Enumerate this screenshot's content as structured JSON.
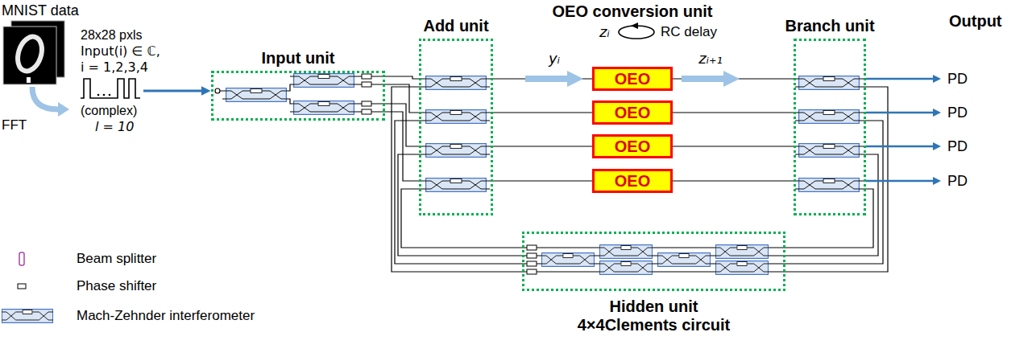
{
  "diagram": {
    "nodes": [
      {
        "text": [
          "Input unit"
        ]
      },
      {
        "text": [
          "Add unit"
        ]
      },
      {
        "text": [
          "OEO"
        ]
      },
      {
        "text": [
          "OEO"
        ]
      },
      {
        "text": [
          "OEO"
        ]
      },
      {
        "text": [
          "OEO"
        ]
      },
      {
        "text": [
          "Branch unit"
        ]
      },
      {
        "text": [
          "Hidden unit 4×4Clements circuit"
        ]
      }
    ],
    "edges": [
      {
        "from": 0,
        "to": 1,
        "arrow": "none"
      },
      {
        "from": 0,
        "to": 1,
        "arrow": "none"
      },
      {
        "from": 0,
        "to": 1,
        "arrow": "none"
      },
      {
        "from": 0,
        "to": 1,
        "arrow": "none"
      },
      {
        "from": 1,
        "to": 2,
        "arrow": "none"
      },
      {
        "from": 1,
        "to": 3,
        "arrow": "none"
      },
      {
        "from": 1,
        "to": 4,
        "arrow": "none"
      },
      {
        "from": 1,
        "to": 5,
        "arrow": "none"
      },
      {
        "from": 2,
        "to": 6,
        "arrow": "none"
      },
      {
        "from": 3,
        "to": 6,
        "arrow": "none"
      },
      {
        "from": 4,
        "to": 6,
        "arrow": "none"
      },
      {
        "from": 5,
        "to": 6,
        "arrow": "none"
      },
      {
        "from": 6,
        "to": 7,
        "arrow": "none"
      },
      {
        "from": 6,
        "to": 7,
        "arrow": "none"
      },
      {
        "from": 6,
        "to": 7,
        "arrow": "none"
      },
      {
        "from": 6,
        "to": 7,
        "arrow": "none"
      },
      {
        "from": 7,
        "to": 1,
        "arrow": "none"
      },
      {
        "from": 7,
        "to": 1,
        "arrow": "none"
      },
      {
        "from": 7,
        "to": 1,
        "arrow": "none"
      },
      {
        "from": 7,
        "to": 1,
        "arrow": "none"
      }
    ],
    "labels": [
      "MNIST data",
      "28x28 pxls",
      "Input(i) ∈ ℂ,",
      "i = 1,2,3,4",
      "FFT",
      "(complex)",
      "l = 10",
      "OEO conversion unit",
      "zᵢ",
      "RC delay",
      "Output",
      "yᵢ",
      "zᵢ₊₁",
      "PD",
      "PD",
      "PD",
      "PD"
    ],
    "legend": [
      {
        "text": "Beam splitter"
      },
      {
        "text": "Phase shifter"
      },
      {
        "text": "Mach-Zehnder interferometer"
      }
    ]
  }
}
